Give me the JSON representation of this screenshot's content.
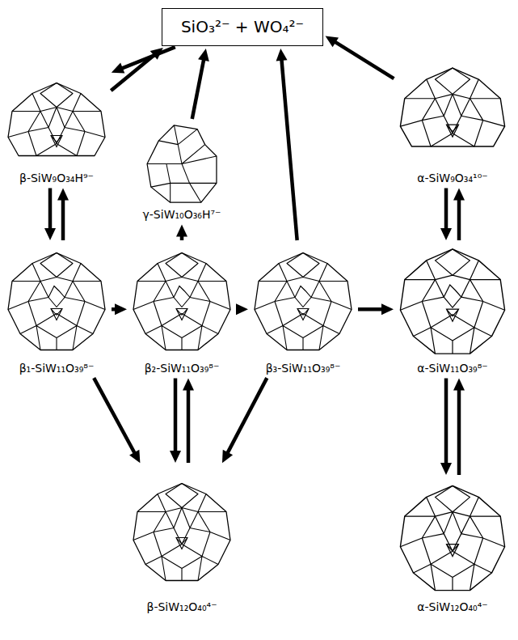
{
  "diagram": {
    "nodes": [
      {
        "text": [
          "SiO₃²⁻ + WO₄²⁻"
        ]
      },
      {
        "text": [
          "β-SiW₉O₃₄H⁹⁻"
        ]
      },
      {
        "text": [
          "γ-SiW₁₀O₃₆H⁷⁻"
        ]
      },
      {
        "text": [
          "α-SiW₉O₃₄¹⁰⁻"
        ]
      },
      {
        "text": [
          "β₁-SiW₁₁O₃₉⁸⁻"
        ]
      },
      {
        "text": [
          "β₂-SiW₁₁O₃₉⁸⁻"
        ]
      },
      {
        "text": [
          "β₃-SiW₁₁O₃₉⁸⁻"
        ]
      },
      {
        "text": [
          "α-SiW₁₁O₃₉⁸⁻"
        ]
      },
      {
        "text": [
          "β-SiW₁₂O₄₀⁴⁻"
        ]
      },
      {
        "text": [
          "α-SiW₁₂O₄₀⁴⁻"
        ]
      }
    ],
    "edges": [
      {
        "from": 1,
        "to": 0,
        "arrow": "to"
      },
      {
        "from": 0,
        "to": 1,
        "arrow": "to"
      },
      {
        "from": 2,
        "to": 0,
        "arrow": "to"
      },
      {
        "from": 6,
        "to": 0,
        "arrow": "to"
      },
      {
        "from": 3,
        "to": 0,
        "arrow": "to"
      },
      {
        "from": 4,
        "to": 1,
        "arrow": "to"
      },
      {
        "from": 1,
        "to": 4,
        "arrow": "to"
      },
      {
        "from": 7,
        "to": 3,
        "arrow": "to"
      },
      {
        "from": 3,
        "to": 7,
        "arrow": "to"
      },
      {
        "from": 5,
        "to": 2,
        "arrow": "to"
      },
      {
        "from": 4,
        "to": 5,
        "arrow": "to"
      },
      {
        "from": 5,
        "to": 6,
        "arrow": "to"
      },
      {
        "from": 6,
        "to": 7,
        "arrow": "to"
      },
      {
        "from": 4,
        "to": 8,
        "arrow": "to"
      },
      {
        "from": 6,
        "to": 8,
        "arrow": "to"
      },
      {
        "from": 8,
        "to": 5,
        "arrow": "to"
      },
      {
        "from": 5,
        "to": 8,
        "arrow": "to"
      },
      {
        "from": 9,
        "to": 7,
        "arrow": "to"
      },
      {
        "from": 7,
        "to": 9,
        "arrow": "to"
      }
    ]
  }
}
